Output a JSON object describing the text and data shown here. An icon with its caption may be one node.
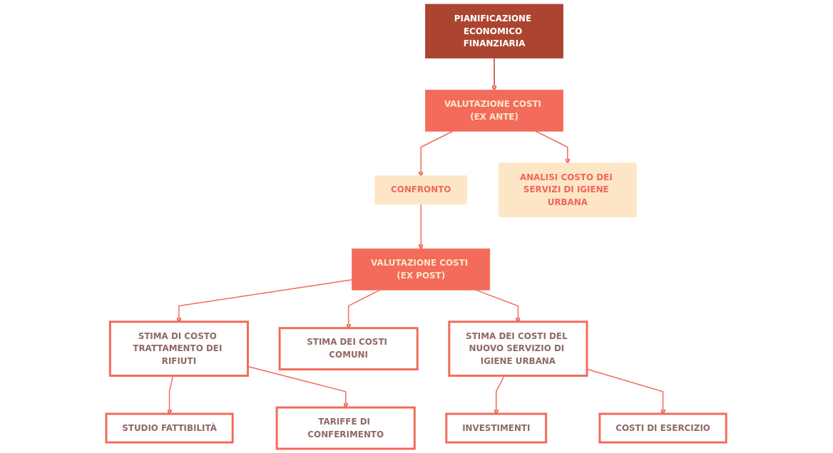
{
  "diagram": {
    "nodes": [
      {
        "text": [
          "PIANIFICAZIONE ECONOMICO FINANZIARIA"
        ]
      },
      {
        "text": [
          "CONFRONTO"
        ]
      },
      {
        "text": [
          "ANALISI COSTO DEI SERVIZI DI IGIENE URBANA"
        ]
      },
      {
        "text": [
          "VALUTAZIONE COSTI (EX POST)"
        ]
      },
      {
        "text": [
          "VALUTAZIONE COSTI (EX ANTE)"
        ]
      },
      {
        "text": [
          "STIMA DI COSTO TRATTAMENTO DEI RIFIUTI"
        ]
      },
      {
        "text": [
          "STIMA DEI COSTI COMUNI"
        ]
      },
      {
        "text": [
          "STIMA DEI COSTI DEL NUOVO SERVIZIO DI IGIENE URBANA"
        ]
      },
      {
        "text": [
          "STUDIO FATTIBILITÀ"
        ]
      },
      {
        "text": [
          "TARIFFE DI CONFERIMENTO"
        ]
      },
      {
        "text": [
          "INVESTIMENTI"
        ]
      },
      {
        "text": [
          "COSTI DI ESERCIZIO"
        ]
      }
    ],
    "edges": [
      {
        "from": 0,
        "to": 4,
        "arrow": "to",
        "color": "#a94330"
      },
      {
        "from": 4,
        "to": 1,
        "arrow": "to"
      },
      {
        "from": 4,
        "to": 2,
        "arrow": "to"
      },
      {
        "from": 1,
        "to": 3,
        "arrow": "to"
      },
      {
        "from": 3,
        "to": 5,
        "arrow": "to"
      },
      {
        "from": 3,
        "to": 6,
        "arrow": "to"
      },
      {
        "from": 3,
        "to": 7,
        "arrow": "to"
      },
      {
        "from": 5,
        "to": 8,
        "arrow": "to"
      },
      {
        "from": 5,
        "to": 9,
        "arrow": "to"
      },
      {
        "from": 7,
        "to": 10,
        "arrow": "to"
      },
      {
        "from": 7,
        "to": 11,
        "arrow": "to"
      }
    ]
  }
}
